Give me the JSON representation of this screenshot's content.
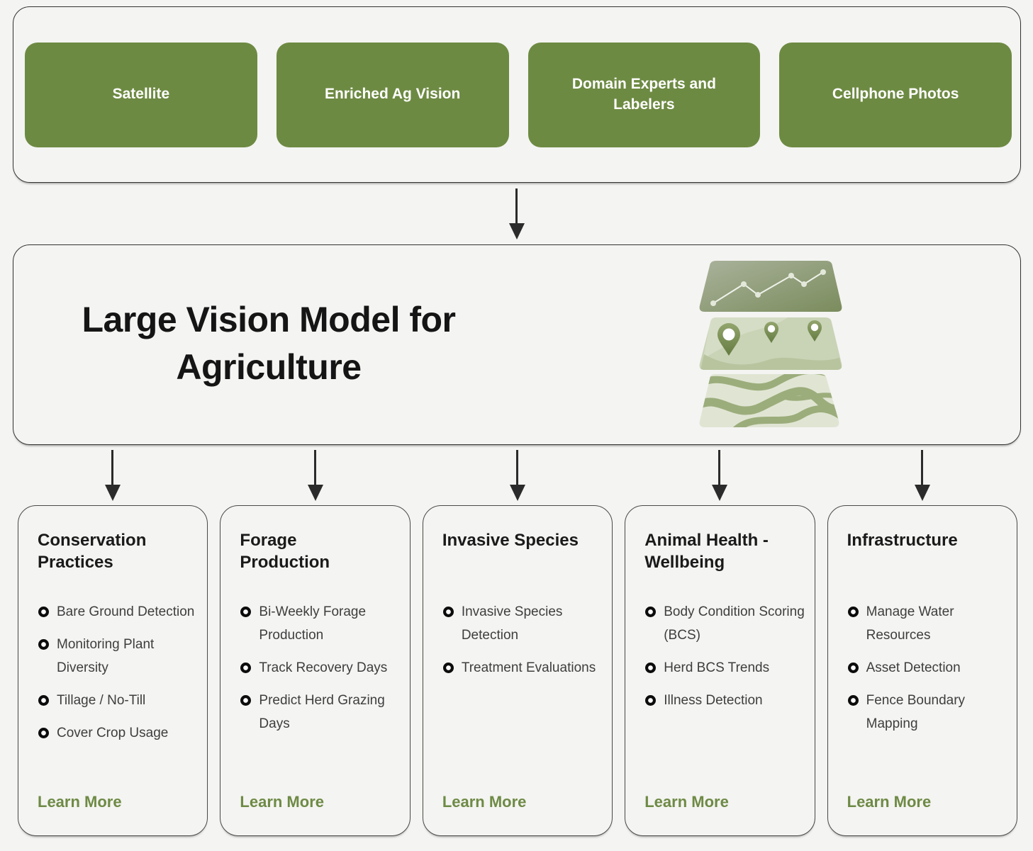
{
  "colors": {
    "background": "#f4f4f2",
    "accent_green": "#6d8a42",
    "link_green": "#6e8a45",
    "arrow_dark": "#2b2b2b"
  },
  "sources": {
    "nodes": [
      {
        "label": "Satellite"
      },
      {
        "label": "Enriched Ag Vision"
      },
      {
        "label": "Domain Experts and Labelers"
      },
      {
        "label": "Cellphone Photos"
      }
    ]
  },
  "model": {
    "title_line1": "Large Vision Model for",
    "title_line2": "Agriculture",
    "icon": "layered-map-icon"
  },
  "categories": [
    {
      "title": "Conservation Practices",
      "items": [
        "Bare Ground Detection",
        "Monitoring Plant Diversity",
        "Tillage / No-Till",
        "Cover Crop Usage"
      ],
      "link_label": "Learn More"
    },
    {
      "title": "Forage Production",
      "items": [
        "Bi-Weekly Forage Production",
        "Track Recovery Days",
        "Predict Herd Grazing Days"
      ],
      "link_label": "Learn More"
    },
    {
      "title": "Invasive Species",
      "items": [
        "Invasive Species Detection",
        "Treatment Evaluations"
      ],
      "link_label": "Learn More"
    },
    {
      "title": "Animal Health - Wellbeing",
      "items": [
        "Body Condition Scoring (BCS)",
        "Herd BCS Trends",
        "Illness Detection"
      ],
      "link_label": "Learn More"
    },
    {
      "title": "Infrastructure",
      "items": [
        "Manage Water Resources",
        "Asset Detection",
        "Fence Boundary Mapping"
      ],
      "link_label": "Learn More"
    }
  ]
}
